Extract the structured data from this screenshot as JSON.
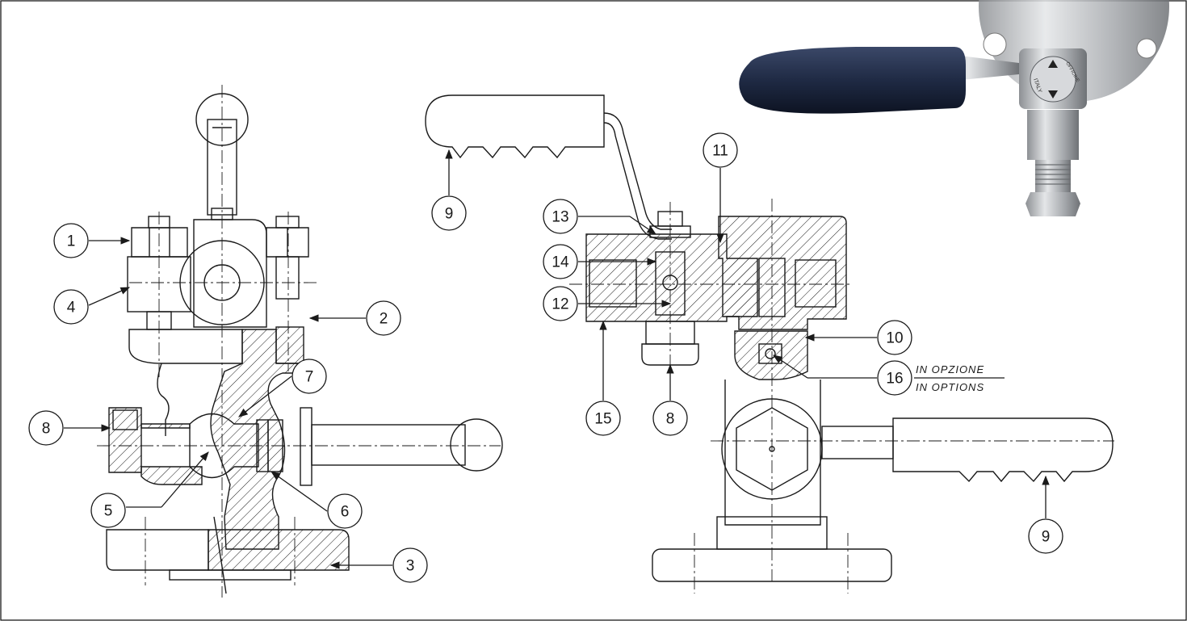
{
  "callouts": {
    "c1": "1",
    "c2": "2",
    "c3": "3",
    "c4": "4",
    "c5": "5",
    "c6": "6",
    "c7": "7",
    "c8a": "8",
    "c8b": "8",
    "c9a": "9",
    "c9b": "9",
    "c10": "10",
    "c11": "11",
    "c12": "12",
    "c13": "13",
    "c14": "14",
    "c15": "15",
    "c16": "16"
  },
  "note": {
    "line1": "IN  OPZIONE",
    "line2": "IN  OPTIONS"
  },
  "photo": {
    "handle_color": "#1f2a44",
    "metal_color": "#b9bcc0",
    "body_text_1": "ITALY",
    "body_text_2": "OFFICINE"
  }
}
